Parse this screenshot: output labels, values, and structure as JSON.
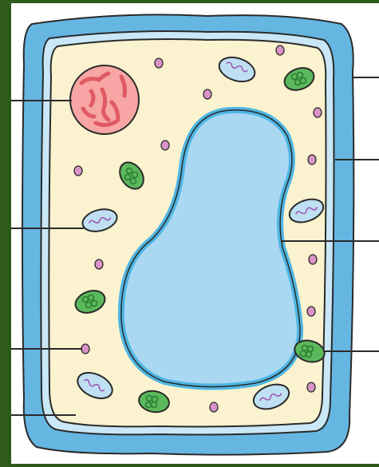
{
  "diagram": {
    "subject": "plant cell",
    "labels_visible": false,
    "colors": {
      "frame": "#2e5a1c",
      "panel": "#ffffff",
      "cell_wall": "#66b6e2",
      "membrane": "#c9e7f7",
      "cytoplasm": "#fbf3cf",
      "vacuole_fill": "#aad8f2",
      "vacuole_edge": "#4fb6e3",
      "nucleus_fill": "#f7a5a5",
      "chromatin": "#e05a63",
      "chloroplast": "#5cb85c",
      "mitochondrion": "#bfe0f3",
      "granule": "#d993c7",
      "outline": "#2a2a2a"
    },
    "leader_lines": [
      "left-1-nucleus",
      "left-2-mitochondrion",
      "left-3-granule",
      "left-4-cytoplasm",
      "right-1-cell-wall",
      "right-2-cell-membrane",
      "right-3-vacuole",
      "right-4-chloroplast"
    ]
  }
}
